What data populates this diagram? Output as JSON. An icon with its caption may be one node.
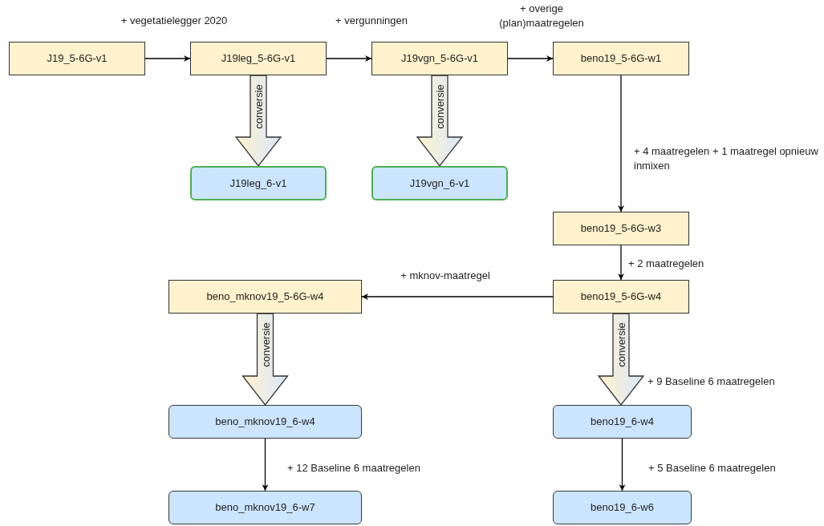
{
  "diagram": {
    "nodes": [
      {
        "text": [
          "J19_5-6G-v1"
        ]
      },
      {
        "text": [
          "J19leg_5-6G-v1"
        ]
      },
      {
        "text": [
          "J19vgn_5-6G-v1"
        ]
      },
      {
        "text": [
          "beno19_5-6G-w1"
        ]
      },
      {
        "text": [
          "J19leg_6-v1"
        ]
      },
      {
        "text": [
          "J19vgn_6-v1"
        ]
      },
      {
        "text": [
          "beno19_5-6G-w3"
        ]
      },
      {
        "text": [
          "beno_mknov19_5-6G-w4"
        ]
      },
      {
        "text": [
          "beno19_5-6G-w4"
        ]
      },
      {
        "text": [
          "beno_mknov19_6-w4"
        ]
      },
      {
        "text": [
          "beno19_6-w4"
        ]
      },
      {
        "text": [
          "beno_mknov19_6-w7"
        ]
      },
      {
        "text": [
          "beno19_6-w6"
        ]
      }
    ],
    "edges": [
      {
        "from": 0,
        "to": 1,
        "arrow": "to",
        "label": "+ vegetatielegger 2020"
      },
      {
        "from": 1,
        "to": 2,
        "arrow": "to",
        "label": "+ vergunningen"
      },
      {
        "from": 2,
        "to": 3,
        "arrow": "to",
        "label": "+ overige (plan)maatregelen"
      },
      {
        "from": 1,
        "to": 4,
        "arrow": "to",
        "label": "conversie",
        "style": "thick"
      },
      {
        "from": 2,
        "to": 5,
        "arrow": "to",
        "label": "conversie",
        "style": "thick"
      },
      {
        "from": 3,
        "to": 6,
        "arrow": "to",
        "label": "+ 4 maatregelen + 1 maatregel opnieuw inmixen"
      },
      {
        "from": 6,
        "to": 8,
        "arrow": "to",
        "label": "+ 2 maatregelen"
      },
      {
        "from": 8,
        "to": 7,
        "arrow": "to",
        "label": "+ mknov-maatregel"
      },
      {
        "from": 7,
        "to": 9,
        "arrow": "to",
        "label": "conversie",
        "style": "thick"
      },
      {
        "from": 8,
        "to": 10,
        "arrow": "to",
        "label": "conversie",
        "style": "thick"
      },
      {
        "from": 9,
        "to": 11,
        "arrow": "to",
        "label": "+ 12 Baseline 6 maatregelen"
      },
      {
        "from": 10,
        "to": 12,
        "arrow": "to",
        "label": "+ 5 Baseline 6 maatregelen"
      }
    ],
    "labels": [
      "+ 9 Baseline 6 maatregelen"
    ]
  }
}
